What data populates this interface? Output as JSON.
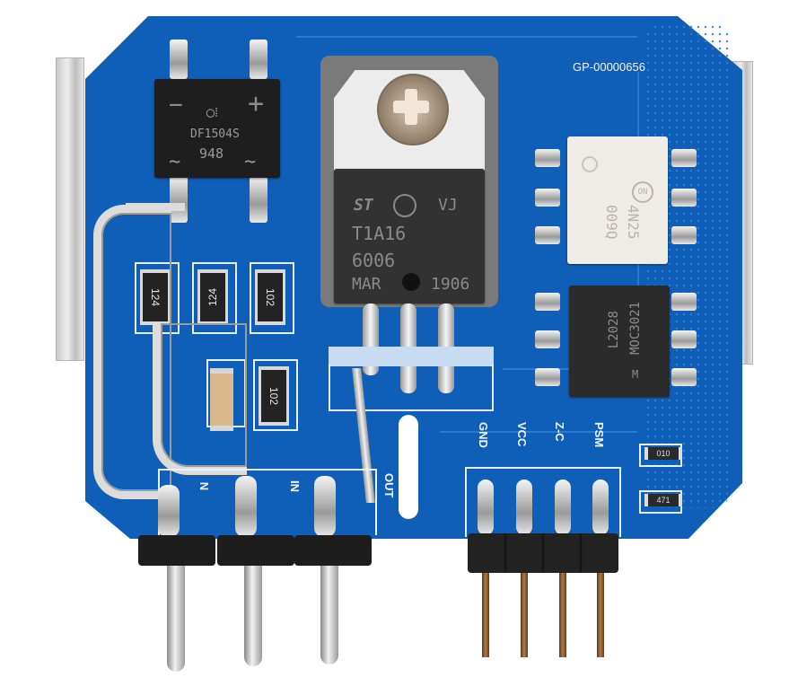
{
  "board": {
    "part_number": "GP-00000656",
    "color": "#0f5fb8",
    "silk_color": "#f2f6ff"
  },
  "components": {
    "bridge_rectifier": {
      "marks": [
        "−",
        "+"
      ],
      "logo": "◯⁞",
      "model": "DF1504S",
      "code": "948",
      "ac_marks": [
        "~",
        "~"
      ]
    },
    "triac": {
      "logo": "ST",
      "mark": "VJ",
      "model": "T1A16",
      "lot": "6006",
      "origin": "MAR",
      "date": "1906"
    },
    "optocoupler_top": {
      "model": "4N25",
      "code": "009Q",
      "logo": "ON"
    },
    "optocoupler_bottom": {
      "model": "MOC3021",
      "code": "L2028",
      "logo": "M"
    },
    "resistors": [
      {
        "code": "124"
      },
      {
        "code": "124"
      },
      {
        "code": "102"
      },
      {
        "code": "102"
      }
    ],
    "capacitor": {
      "color": "#d9b88c"
    },
    "small_resistors": [
      {
        "code": "010"
      },
      {
        "code": "471"
      }
    ]
  },
  "silkscreen": {
    "power_in_labels": [
      "N",
      "IN"
    ],
    "output_label": "OUT",
    "header_labels": [
      "GND",
      "VCC",
      "Z-C",
      "PSM"
    ]
  }
}
